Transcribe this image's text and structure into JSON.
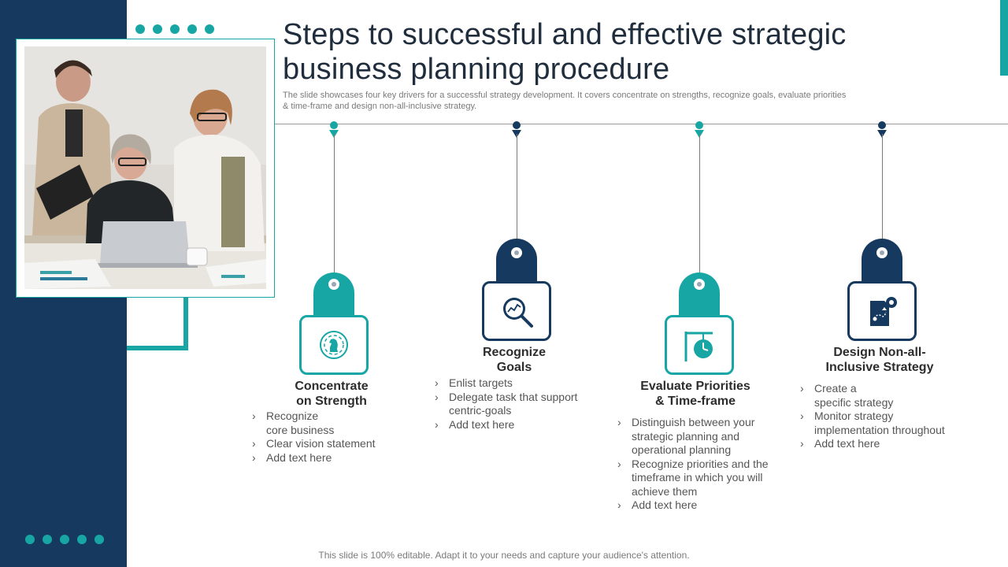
{
  "slide": {
    "title_line1": "Steps to successful and effective strategic",
    "title_line2": "business planning procedure",
    "subtitle_line1": "The slide showcases four key drivers for a successful strategy development. It covers concentrate on strengths, recognize goals, evaluate priorities",
    "subtitle_line2": "& time-frame and design non-all-inclusive strategy.",
    "footer": "This slide is 100% editable. Adapt it to your needs and capture your audience's attention."
  },
  "colors": {
    "navy": "#163a5f",
    "teal": "#17a6a4"
  },
  "steps": [
    {
      "title_line1": "Concentrate",
      "title_line2": "on Strength",
      "icon": "chess-knight-target-icon",
      "bullets": [
        [
          "Recognize",
          "core business"
        ],
        [
          "Clear vision statement"
        ],
        [
          "Add text here"
        ]
      ]
    },
    {
      "title_line1": "Recognize",
      "title_line2": "Goals",
      "icon": "magnifier-chart-icon",
      "bullets": [
        [
          "Enlist targets"
        ],
        [
          "Delegate task that support",
          "centric-goals"
        ],
        [
          "Add text here"
        ]
      ]
    },
    {
      "title_line1": "Evaluate Priorities",
      "title_line2": "& Time-frame",
      "icon": "signpost-clock-icon",
      "bullets": [
        [
          "Distinguish between your",
          "strategic planning and",
          "operational planning"
        ],
        [
          "Recognize priorities and the",
          "timeframe in which you will",
          "achieve them"
        ],
        [
          "Add text here"
        ]
      ]
    },
    {
      "title_line1": "Design Non-all-",
      "title_line2": "Inclusive Strategy",
      "icon": "strategy-map-gear-icon",
      "bullets": [
        [
          "Create a",
          "specific strategy"
        ],
        [
          "Monitor strategy",
          "implementation throughout"
        ],
        [
          "Add text here"
        ]
      ]
    }
  ]
}
